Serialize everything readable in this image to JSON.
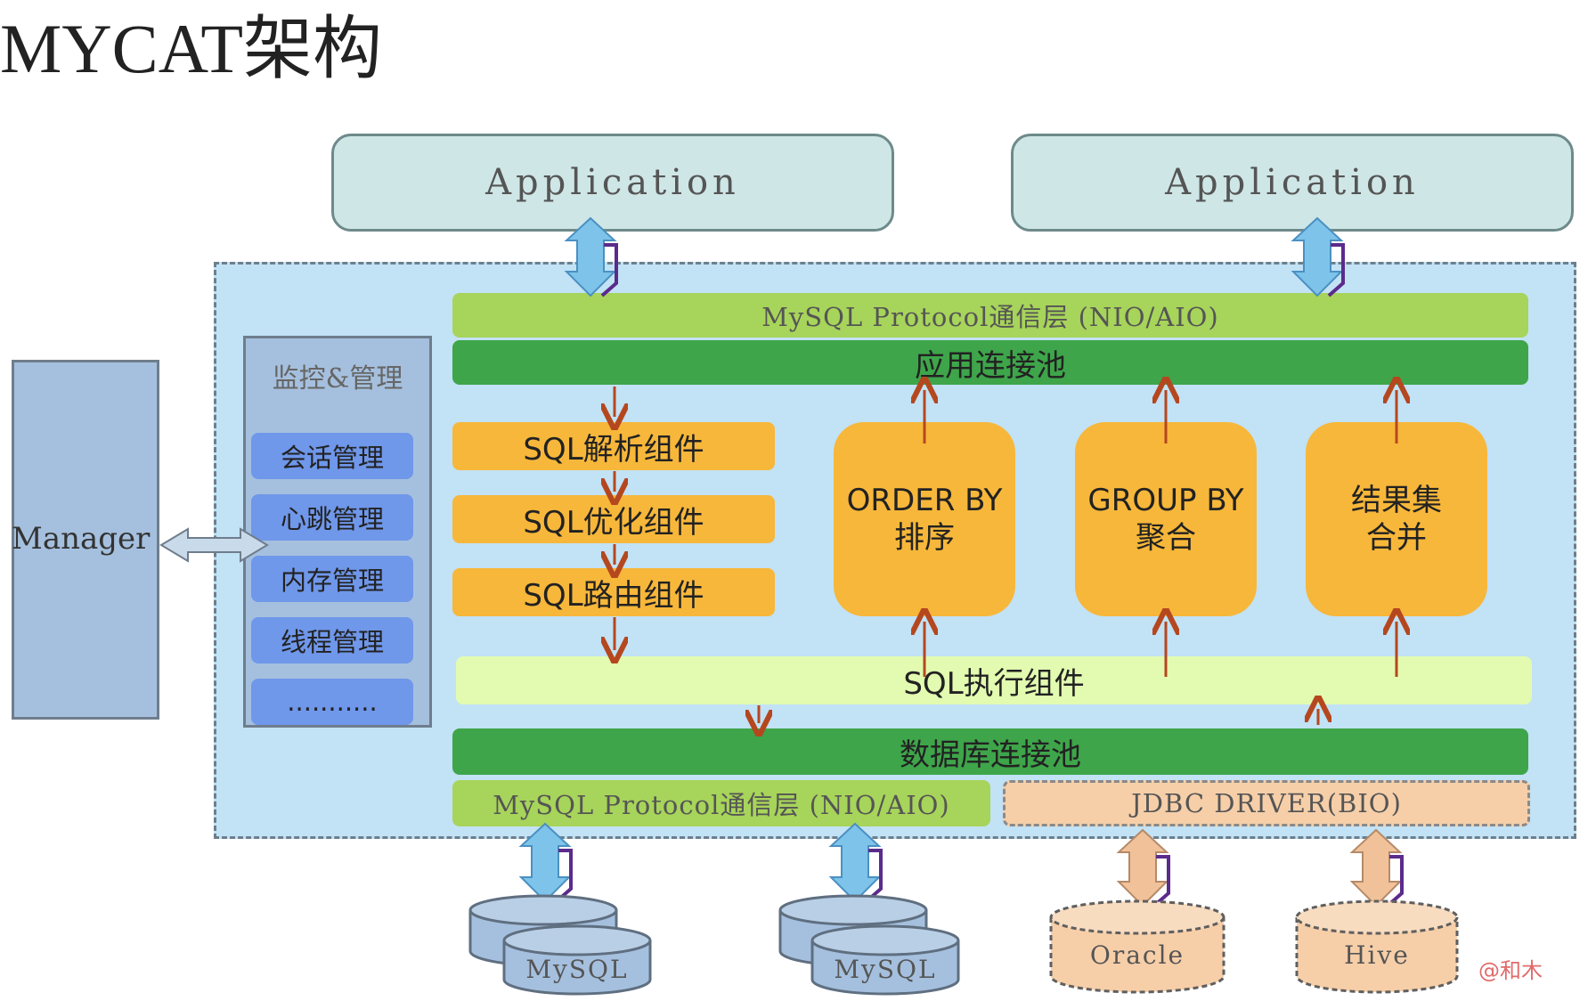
{
  "title": "MYCAT架构",
  "apps": [
    "Application",
    "Application"
  ],
  "manager": "Manager",
  "monitor": {
    "title": "监控&管理",
    "items": [
      "会话管理",
      "心跳管理",
      "内存管理",
      "线程管理",
      "..........."
    ]
  },
  "protocol_top": "MySQL Protocol通信层 (NIO/AIO)",
  "app_pool": "应用连接池",
  "components": [
    "SQL解析组件",
    "SQL优化组件",
    "SQL路由组件"
  ],
  "processors": [
    "ORDER BY\n排序",
    "GROUP BY\n聚合",
    "结果集\n合并"
  ],
  "executor": "SQL执行组件",
  "db_pool": "数据库连接池",
  "protocol_bottom": "MySQL Protocol通信层 (NIO/AIO)",
  "jdbc": "JDBC DRIVER(BIO)",
  "databases": [
    "MySQL",
    "MySQL",
    "Oracle",
    "Hive"
  ],
  "watermark": "@和木",
  "colors": {
    "app_fill": "#cfe6e6",
    "main_fill": "#c2e2f5",
    "protocol": "#a7d45a",
    "pool": "#3ea54a",
    "component": "#f7b73a",
    "executor": "#e2fbb0",
    "manager": "#a5c0de",
    "monitor_item": "#6f97ea",
    "jdbc": "#f6cfa9",
    "arrow_blue": "#7ec4ea",
    "arrow_peach": "#f1c29a",
    "arrow_red": "#b5471f"
  }
}
